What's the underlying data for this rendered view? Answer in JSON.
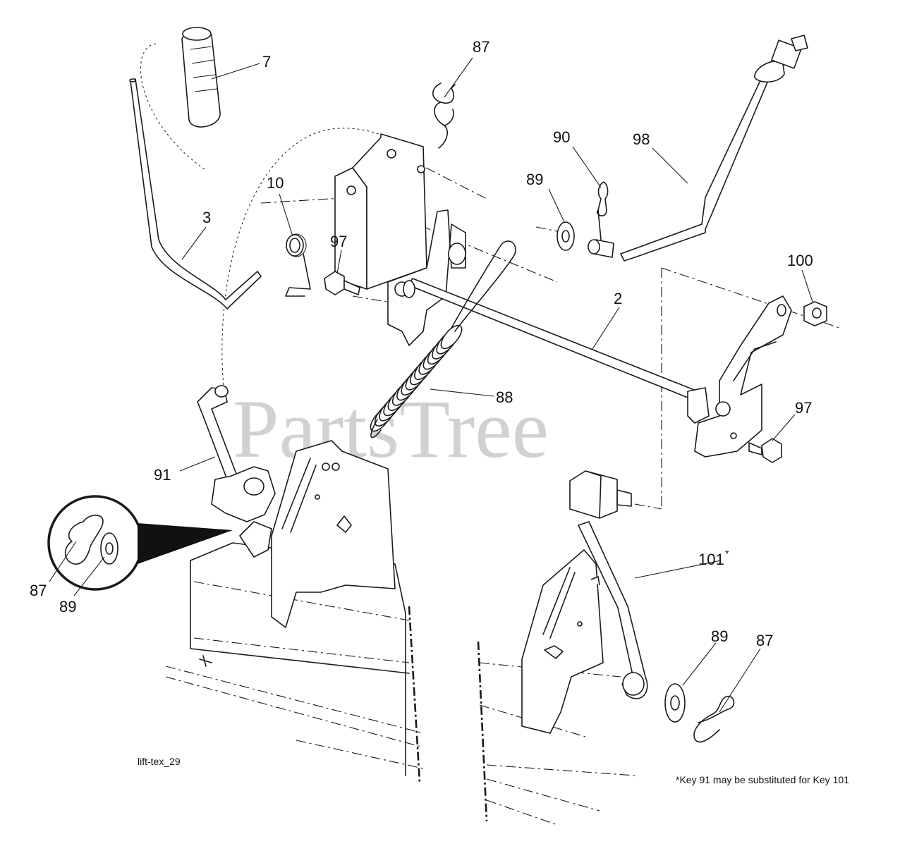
{
  "diagram": {
    "callouts": [
      {
        "id": "c-7",
        "text": "7"
      },
      {
        "id": "c-87-top",
        "text": "87"
      },
      {
        "id": "c-90",
        "text": "90"
      },
      {
        "id": "c-98",
        "text": "98"
      },
      {
        "id": "c-89-top",
        "text": "89"
      },
      {
        "id": "c-10",
        "text": "10"
      },
      {
        "id": "c-3",
        "text": "3"
      },
      {
        "id": "c-97-left",
        "text": "97"
      },
      {
        "id": "c-100",
        "text": "100"
      },
      {
        "id": "c-2",
        "text": "2"
      },
      {
        "id": "c-88",
        "text": "88"
      },
      {
        "id": "c-97-right",
        "text": "97"
      },
      {
        "id": "c-91",
        "text": "91"
      },
      {
        "id": "c-101",
        "text": "101"
      },
      {
        "id": "c-87-left",
        "text": "87"
      },
      {
        "id": "c-89-left",
        "text": "89"
      },
      {
        "id": "c-89-right",
        "text": "89"
      },
      {
        "id": "c-87-right",
        "text": "87"
      }
    ],
    "asterisk": "*",
    "drawing_id": "lift-tex_29",
    "footnote": "*Key 91 may be substituted for Key 101",
    "watermark": "PartsTree"
  }
}
